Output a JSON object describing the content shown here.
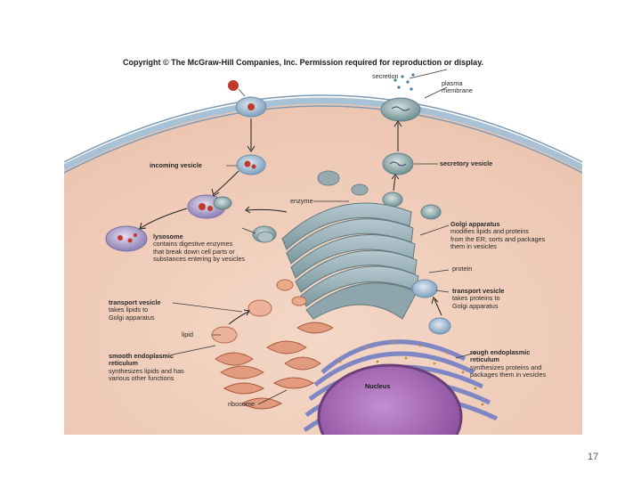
{
  "copyright": "Copyright © The McGraw-Hill Companies, Inc. Permission required for reproduction or display.",
  "labels": {
    "secretion": "secretion",
    "plasma_membrane": [
      "plasma",
      "membrane"
    ],
    "incoming_vesicle": "incoming vesicle",
    "secretory_vesicle": "secretory vesicle",
    "enzyme": "enzyme",
    "golgi": {
      "title": "Golgi apparatus",
      "desc": [
        "modifies lipids and proteins",
        "from the ER; sorts and packages",
        "them in vesicles"
      ]
    },
    "lysosome": {
      "title": "lysosome",
      "desc": [
        "contains digestive enzymes",
        "that break down cell parts or",
        "substances entering by vesicles"
      ]
    },
    "protein": "protein",
    "transport_vesicle_left": {
      "title": "transport vesicle",
      "desc": [
        "takes lipids to",
        "Golgi apparatus"
      ]
    },
    "transport_vesicle_right": {
      "title": "transport vesicle",
      "desc": [
        "takes proteins to",
        "Golgi apparatus"
      ]
    },
    "lipid": "lipid",
    "smooth_er": {
      "title": [
        "smooth endoplasmic",
        "reticulum"
      ],
      "desc": [
        "synthesizes lipids and has",
        "various other functions"
      ]
    },
    "rough_er": {
      "title": [
        "rough endoplasmic",
        "reticulum"
      ],
      "desc": [
        "synthesizes proteins and",
        "packages them in vesicles"
      ]
    },
    "nucleus": "Nucleus",
    "ribosome": "ribosome"
  },
  "page_number": "17"
}
